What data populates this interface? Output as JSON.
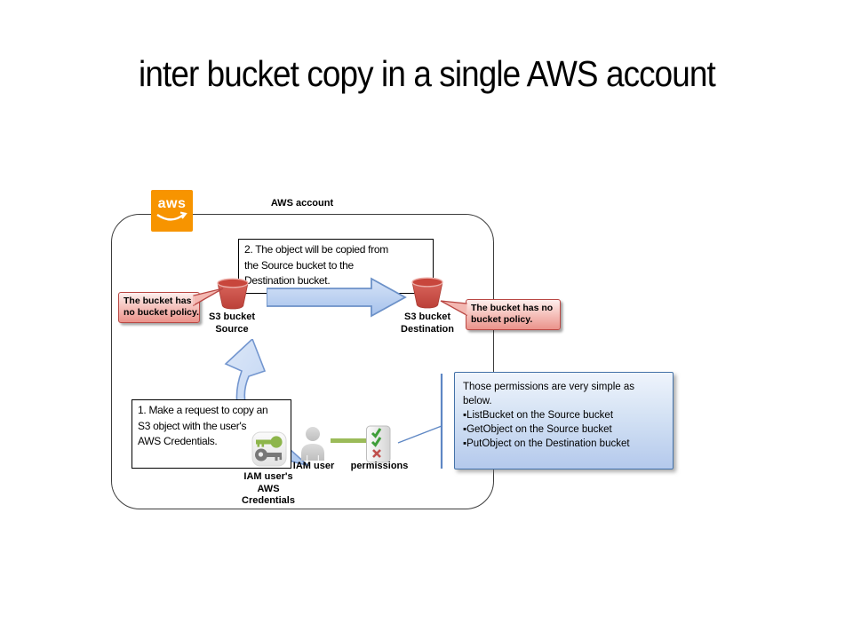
{
  "title": "inter bucket copy in a single AWS account",
  "diagram": {
    "account_label": "AWS account",
    "logo_text": "aws",
    "note2": {
      "lines": [
        "2. The object will be copied from",
        "the Source bucket to the",
        "Destination bucket."
      ]
    },
    "note1": {
      "lines": [
        "1. Make a request to copy an",
        "S3 object with the user's",
        "AWS Credentials."
      ]
    },
    "source_bucket_label": {
      "lines": [
        "S3 bucket",
        "Source"
      ]
    },
    "dest_bucket_label": {
      "lines": [
        "S3 bucket",
        "Destination"
      ]
    },
    "left_callout": {
      "lines": [
        "The bucket has",
        "no bucket policy."
      ]
    },
    "right_callout": {
      "lines": [
        "The bucket has no",
        "bucket policy."
      ]
    },
    "iam_user_label": "IAM user",
    "permissions_label": "permissions",
    "credentials_label": {
      "lines": [
        "IAM user's",
        "AWS",
        "Credentials"
      ]
    },
    "permissions_callout": {
      "intro_lines": [
        "Those permissions are very simple as",
        "below."
      ],
      "bullet_char": "▪",
      "bullets": [
        "ListBucket on the Source bucket",
        "GetObject on the Source bucket",
        "PutObject on the Destination bucket"
      ]
    },
    "colors": {
      "aws_orange": "#F79400",
      "bucket_red": "#C74A40",
      "red_callout_border": "#B94743",
      "blue_accent": "#4F81BD",
      "arrow_blue": "#BCD2F0",
      "green_connector": "#9BBB59",
      "check_green": "#3F9E3A",
      "cross_red": "#C0504D"
    }
  }
}
